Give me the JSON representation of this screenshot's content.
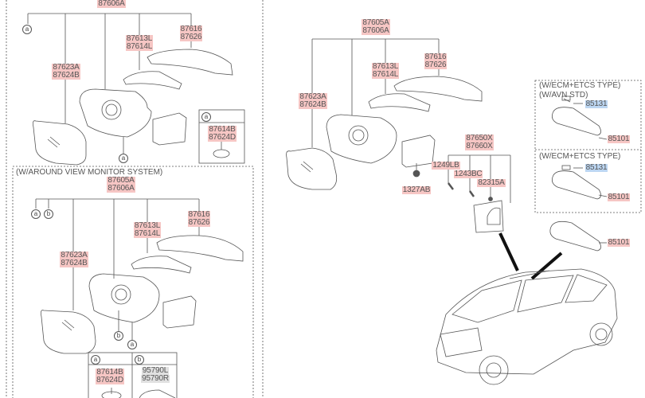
{
  "panel_top_left": {
    "assembly": [
      "87606A"
    ],
    "glass": [
      "87623A",
      "87624B"
    ],
    "lamp": [
      "87613L",
      "87614L"
    ],
    "cover": [
      "87616",
      "87626"
    ],
    "inset_ref": "a",
    "inset_parts": [
      "87614B",
      "87624D"
    ],
    "refs": [
      "a",
      "a"
    ]
  },
  "panel_avm": {
    "title": "(W/AROUND VIEW MONITOR SYSTEM)",
    "assembly": [
      "87605A",
      "87606A"
    ],
    "glass": [
      "87623A",
      "87624B"
    ],
    "lamp": [
      "87613L",
      "87614L"
    ],
    "cover": [
      "87616",
      "87626"
    ],
    "refs": [
      "a",
      "b",
      "b",
      "a"
    ],
    "inset_a_ref": "a",
    "inset_a_parts": [
      "87614B",
      "87624D"
    ],
    "inset_b_ref": "b",
    "inset_b_parts": [
      "95790L",
      "95790R"
    ]
  },
  "panel_main": {
    "assembly": [
      "87605A",
      "87606A"
    ],
    "glass": [
      "87623A",
      "87624B"
    ],
    "lamp": [
      "87613L",
      "87614L"
    ],
    "cover": [
      "87616",
      "87626"
    ],
    "nut": "1327AB",
    "inside_cover": [
      "87650X",
      "87660X"
    ],
    "screw1": "1249LB",
    "screw2": "1243BC",
    "clip": "82315A"
  },
  "room_mirror": {
    "box1_title": [
      "(W/ECM+ETCS TYPE)",
      "(W/AVN STD)"
    ],
    "box1_parts": [
      "85131",
      "85101"
    ],
    "box2_title": "(W/ECM+ETCS TYPE)",
    "box2_parts": [
      "85131",
      "85101"
    ],
    "base_part": "85101"
  }
}
